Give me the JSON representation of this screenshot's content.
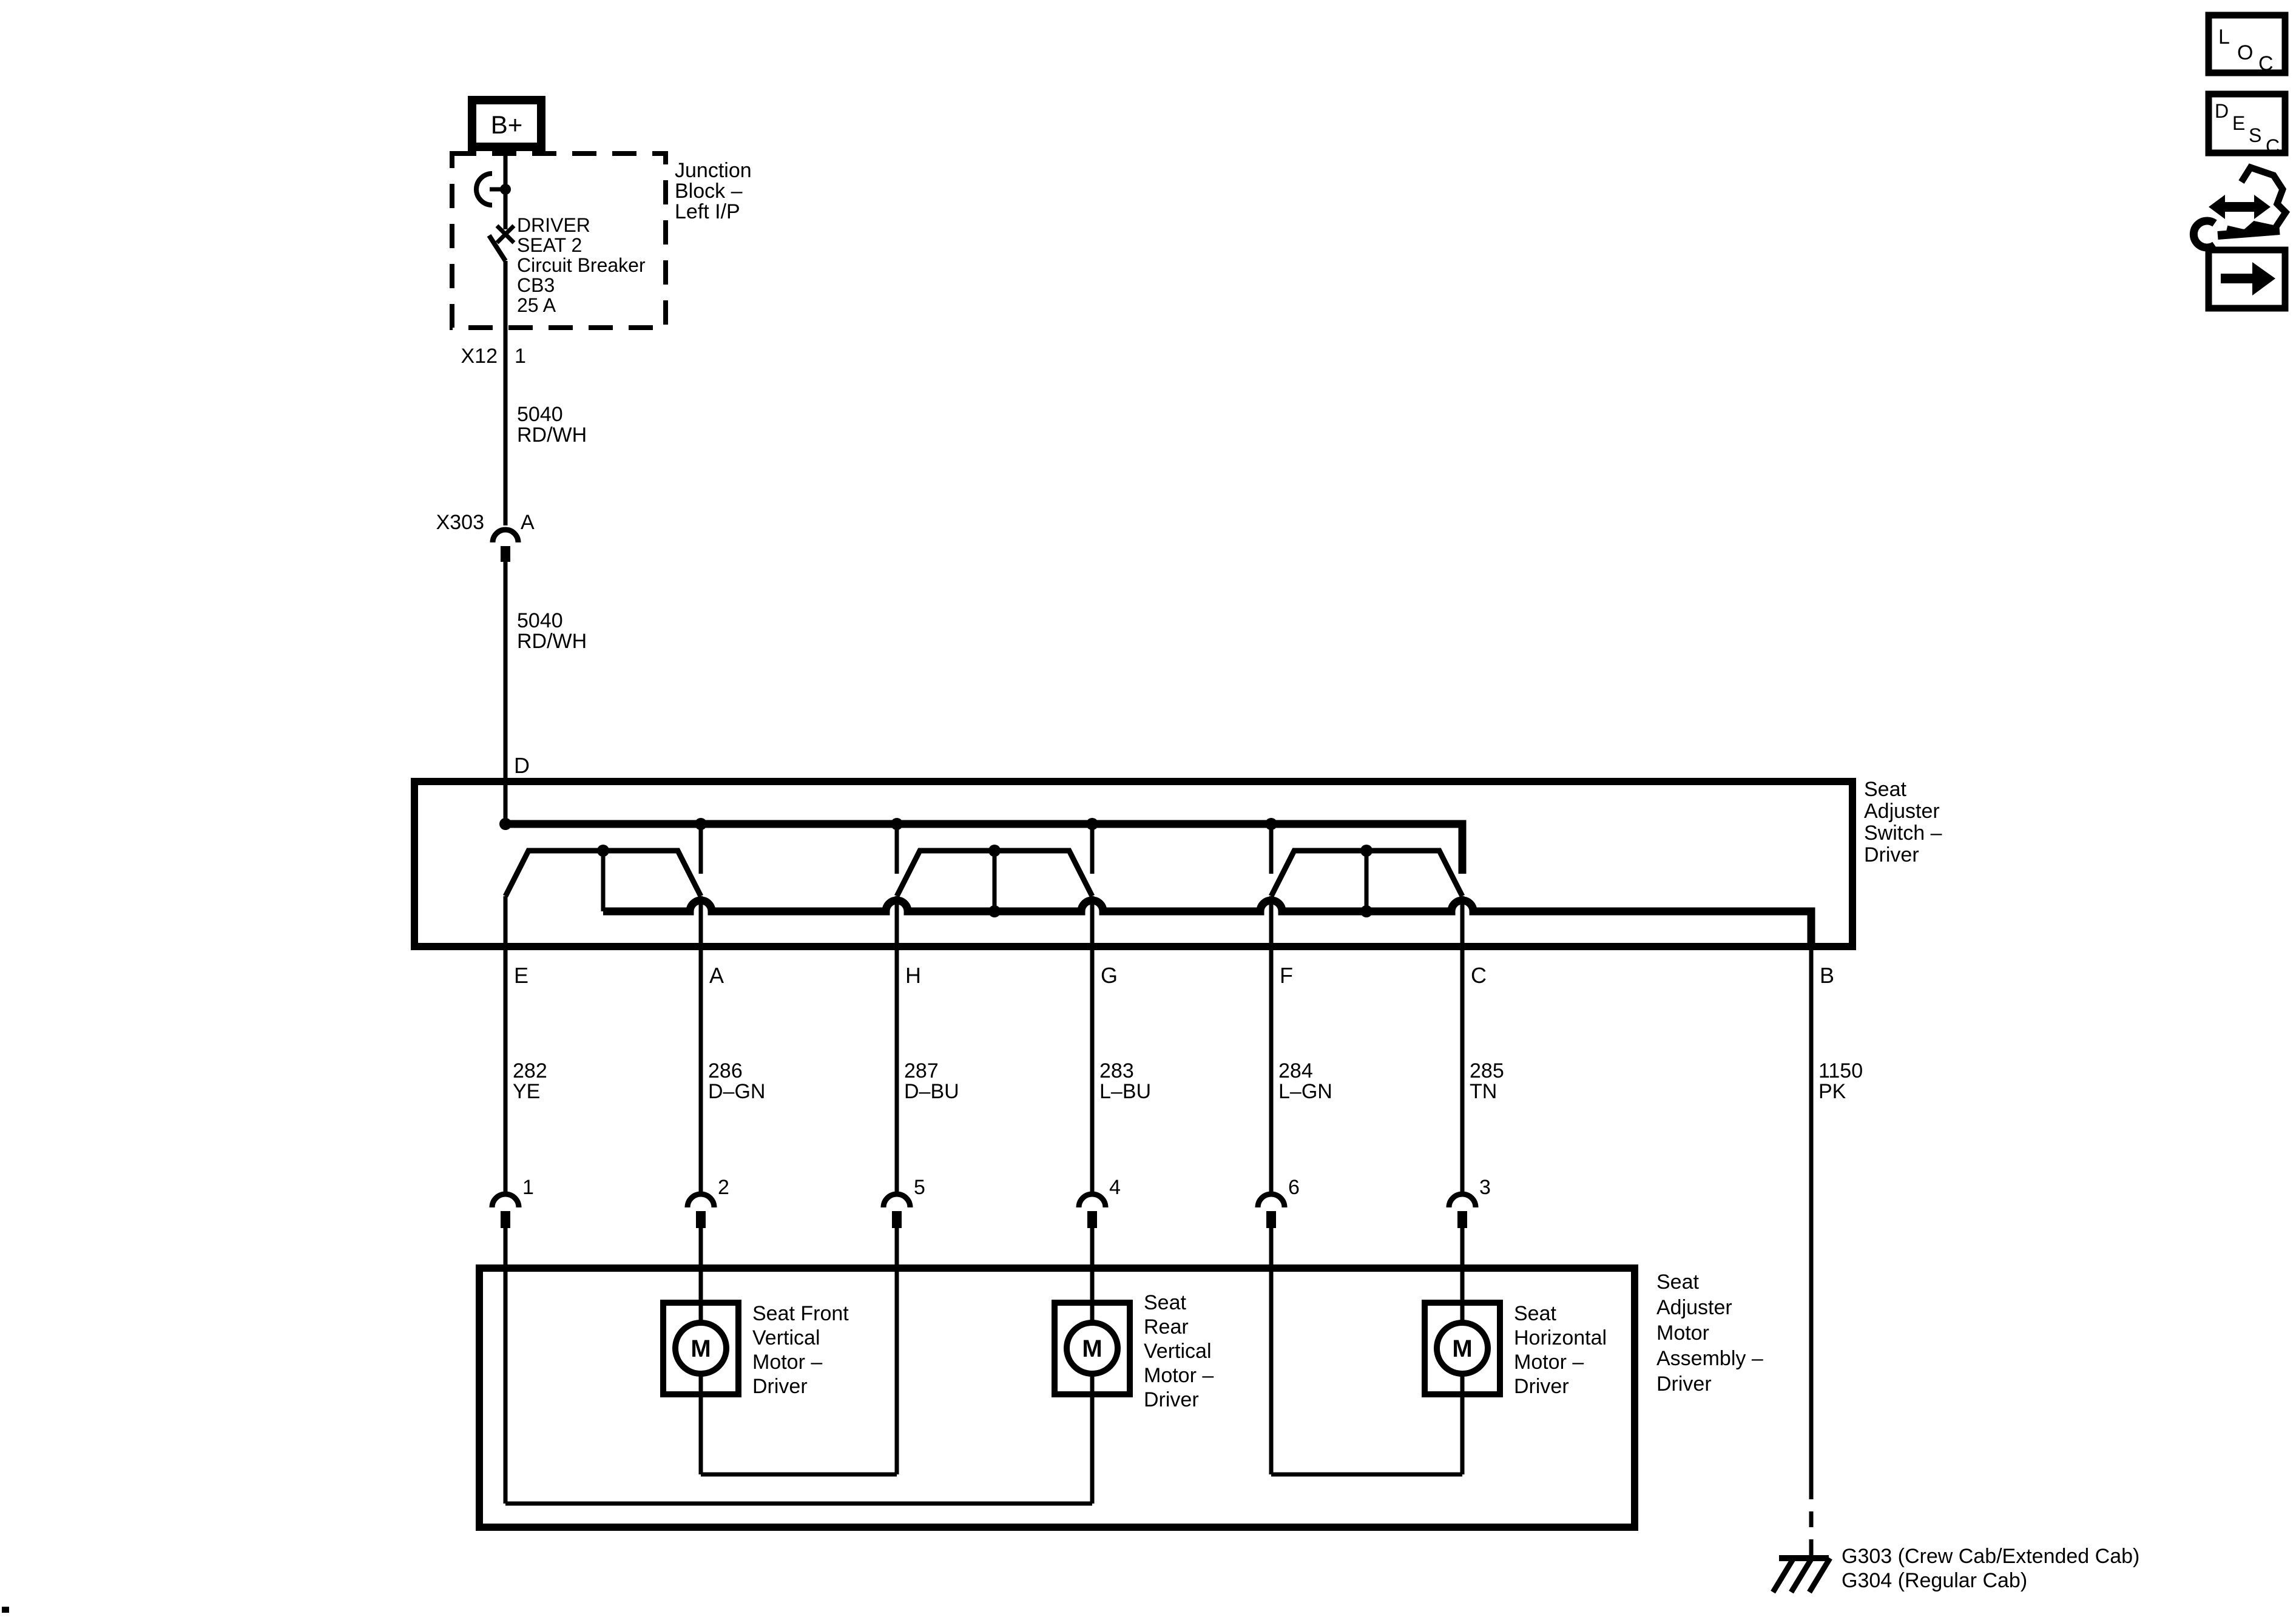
{
  "nav": {
    "loc_letters": [
      "L",
      "O",
      "C"
    ],
    "desc_letters": [
      "D",
      "E",
      "S",
      "C"
    ]
  },
  "power": {
    "terminal": "B+"
  },
  "junction_block": {
    "name_lines": [
      "Junction",
      "Block –",
      "Left I/P"
    ],
    "breaker_lines": [
      "DRIVER",
      "SEAT 2",
      "Circuit Breaker",
      "CB3",
      "25 A"
    ],
    "connector": "X12",
    "pin": "1"
  },
  "feed": {
    "upper_wire": [
      "5040",
      "RD/WH"
    ],
    "connector": "X303",
    "connector_pin": "A",
    "lower_wire": [
      "5040",
      "RD/WH"
    ],
    "switch_pin": "D"
  },
  "seat_switch": {
    "label_lines": [
      "Seat",
      "Adjuster",
      "Switch –",
      "Driver"
    ],
    "pins": [
      "E",
      "A",
      "H",
      "G",
      "F",
      "C",
      "B"
    ]
  },
  "wires": [
    {
      "pin": "E",
      "circuit": "282",
      "color": "YE",
      "connector_pin": "1"
    },
    {
      "pin": "A",
      "circuit": "286",
      "color": "D–GN",
      "connector_pin": "2"
    },
    {
      "pin": "H",
      "circuit": "287",
      "color": "D–BU",
      "connector_pin": "5"
    },
    {
      "pin": "G",
      "circuit": "283",
      "color": "L–BU",
      "connector_pin": "4"
    },
    {
      "pin": "F",
      "circuit": "284",
      "color": "L–GN",
      "connector_pin": "6"
    },
    {
      "pin": "C",
      "circuit": "285",
      "color": "TN",
      "connector_pin": "3"
    },
    {
      "pin": "B",
      "circuit": "1150",
      "color": "PK"
    }
  ],
  "motor_assembly": {
    "label_lines": [
      "Seat",
      "Adjuster",
      "Motor",
      "Assembly –",
      "Driver"
    ],
    "motors": [
      {
        "symbol": "M",
        "label_lines": [
          "Seat Front",
          "Vertical",
          "Motor –",
          "Driver"
        ]
      },
      {
        "symbol": "M",
        "label_lines": [
          "Seat",
          "Rear",
          "Vertical",
          "Motor –",
          "Driver"
        ]
      },
      {
        "symbol": "M",
        "label_lines": [
          "Seat",
          "Horizontal",
          "Motor –",
          "Driver"
        ]
      }
    ]
  },
  "ground": {
    "lines": [
      "G303 (Crew Cab/Extended Cab)",
      "G304 (Regular Cab)"
    ]
  },
  "diagram_colors": {
    "ink": "#000000",
    "background": "#ffffff"
  }
}
